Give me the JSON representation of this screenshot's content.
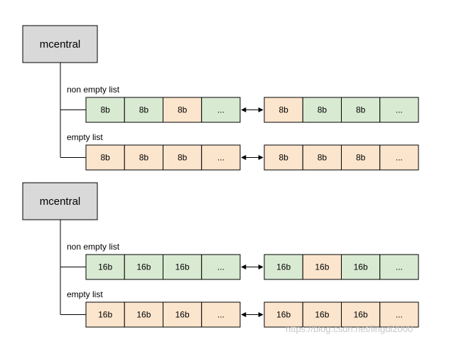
{
  "colors": {
    "box_fill": "#d9d9d9",
    "green": "#d9ead3",
    "orange": "#fce5cd",
    "stroke": "#000000"
  },
  "groups": [
    {
      "title": "mcentral",
      "lists": [
        {
          "label": "non empty list",
          "left_cells": [
            {
              "text": "8b",
              "state": "green"
            },
            {
              "text": "8b",
              "state": "green"
            },
            {
              "text": "8b",
              "state": "orange"
            },
            {
              "text": "...",
              "state": "green"
            }
          ],
          "right_cells": [
            {
              "text": "8b",
              "state": "orange"
            },
            {
              "text": "8b",
              "state": "green"
            },
            {
              "text": "8b",
              "state": "green"
            },
            {
              "text": "...",
              "state": "green"
            }
          ]
        },
        {
          "label": "empty list",
          "left_cells": [
            {
              "text": "8b",
              "state": "orange"
            },
            {
              "text": "8b",
              "state": "orange"
            },
            {
              "text": "8b",
              "state": "orange"
            },
            {
              "text": "...",
              "state": "orange"
            }
          ],
          "right_cells": [
            {
              "text": "8b",
              "state": "orange"
            },
            {
              "text": "8b",
              "state": "orange"
            },
            {
              "text": "8b",
              "state": "orange"
            },
            {
              "text": "...",
              "state": "orange"
            }
          ]
        }
      ]
    },
    {
      "title": "mcentral",
      "lists": [
        {
          "label": "non empty list",
          "left_cells": [
            {
              "text": "16b",
              "state": "green"
            },
            {
              "text": "16b",
              "state": "green"
            },
            {
              "text": "16b",
              "state": "green"
            },
            {
              "text": "...",
              "state": "green"
            }
          ],
          "right_cells": [
            {
              "text": "16b",
              "state": "green"
            },
            {
              "text": "16b",
              "state": "orange"
            },
            {
              "text": "16b",
              "state": "green"
            },
            {
              "text": "...",
              "state": "green"
            }
          ]
        },
        {
          "label": "empty list",
          "left_cells": [
            {
              "text": "16b",
              "state": "orange"
            },
            {
              "text": "16b",
              "state": "orange"
            },
            {
              "text": "16b",
              "state": "orange"
            },
            {
              "text": "...",
              "state": "orange"
            }
          ],
          "right_cells": [
            {
              "text": "16b",
              "state": "orange"
            },
            {
              "text": "16b",
              "state": "orange"
            },
            {
              "text": "16b",
              "state": "orange"
            },
            {
              "text": "...",
              "state": "orange"
            }
          ]
        }
      ]
    }
  ],
  "watermark": "https://blog.csdn.net/lingdi2000"
}
